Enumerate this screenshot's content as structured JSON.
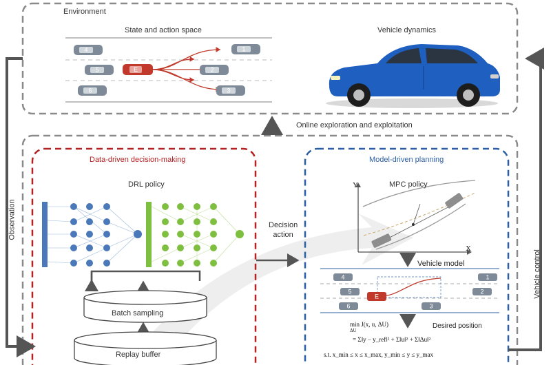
{
  "environment": {
    "title": "Environment",
    "state_action_title": "State and action space",
    "vehicle_dynamics_title": "Vehicle dynamics",
    "ego_label": "E",
    "left_cars": [
      "4",
      "5",
      "6"
    ],
    "right_cars": [
      "1",
      "2",
      "3"
    ]
  },
  "flow": {
    "online": "Online exploration and exploitation",
    "observation": "Observation",
    "vehicle_control": "Vehicle control",
    "decision_line1": "Decision",
    "decision_line2": "action"
  },
  "ddm": {
    "title": "Data-driven decision-making",
    "drl_title": "DRL policy",
    "batch": "Batch sampling",
    "replay": "Replay buffer"
  },
  "mdp": {
    "title": "Model-driven planning",
    "mpc_title": "MPC policy",
    "vehicle_model": "Vehicle model",
    "desired_position": "Desired position",
    "axis_y": "Y",
    "axis_x": "X",
    "lane_cars_left": [
      "4",
      "5",
      "6"
    ],
    "lane_cars_right": [
      "1",
      "2",
      "3"
    ],
    "ego_label": "E",
    "eq1": "min J(x, u, ΔU)",
    "eq1_sub": "ΔU",
    "eq2": "= Σ‖y − y_ref‖² + Σ‖u‖² + Σ‖Δu‖²",
    "eq3": "s.t. x_min ≤ x ≤ x_max, y_min ≤ y ≤ y_max"
  },
  "colors": {
    "red_dash": "#b22222",
    "blue_dash": "#2b5fa5",
    "gray_dash": "#8a8a8a",
    "nn_blue": "#4a78b8",
    "nn_green": "#7fbf3f",
    "car_blue": "#1e5fbf"
  }
}
